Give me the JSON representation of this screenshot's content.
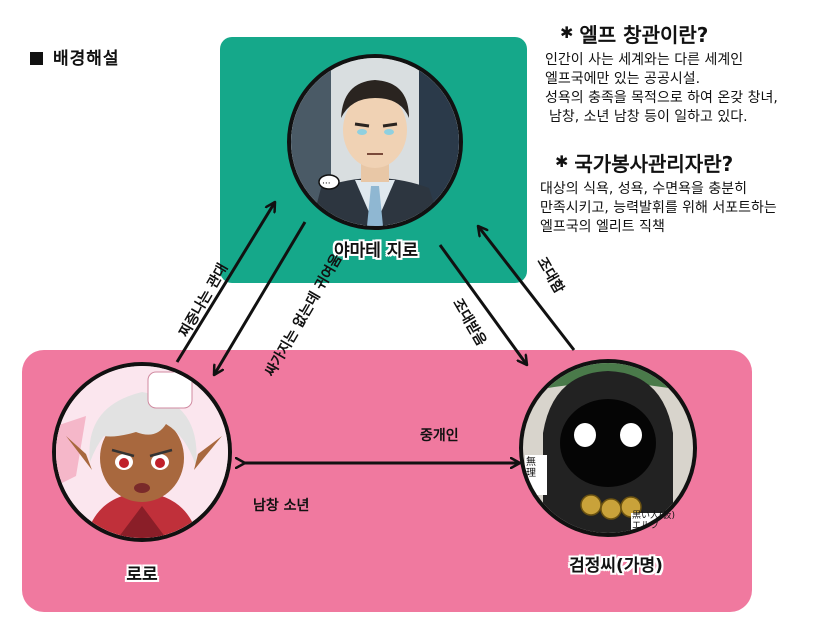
{
  "section_header": "배경해설",
  "definitions": [
    {
      "title": "엘프 창관이란?",
      "lines": [
        "인간이 사는 세계와는 다른 세계인",
        "엘프국에만 있는 공공시설.",
        "성욕의 충족을 목적으로 하여 온갖 창녀,",
        "남창, 소년 남창 등이 일하고 있다."
      ]
    },
    {
      "title": "국가봉사관리자란?",
      "lines": [
        "대상의 식욕, 성욕, 수면욕을 충분히",
        "만족시키고, 능력발휘를 위해 서포트하는",
        "엘프국의 엘리트 직책"
      ]
    }
  ],
  "characters": {
    "yamate": {
      "name": "야마테 지로"
    },
    "roro": {
      "name": "로로"
    },
    "geomjeong": {
      "name": "검정씨(가명)",
      "tag1": "無理",
      "tag2": "黒い人(仮)",
      "tag3": "エルフ"
    }
  },
  "relations": {
    "roro_to_yamate": "찌증나는 관대",
    "yamate_to_roro": "싸가지는 없는데 귀여움",
    "yamate_to_geomjeong": "조대받음",
    "geomjeong_to_yamate": "조대함",
    "roro_geomjeong_top": "중개인",
    "roro_geomjeong_bottom": "남창 소년"
  },
  "colors": {
    "green_panel": "#15a88a",
    "pink_panel": "#f0799f"
  }
}
